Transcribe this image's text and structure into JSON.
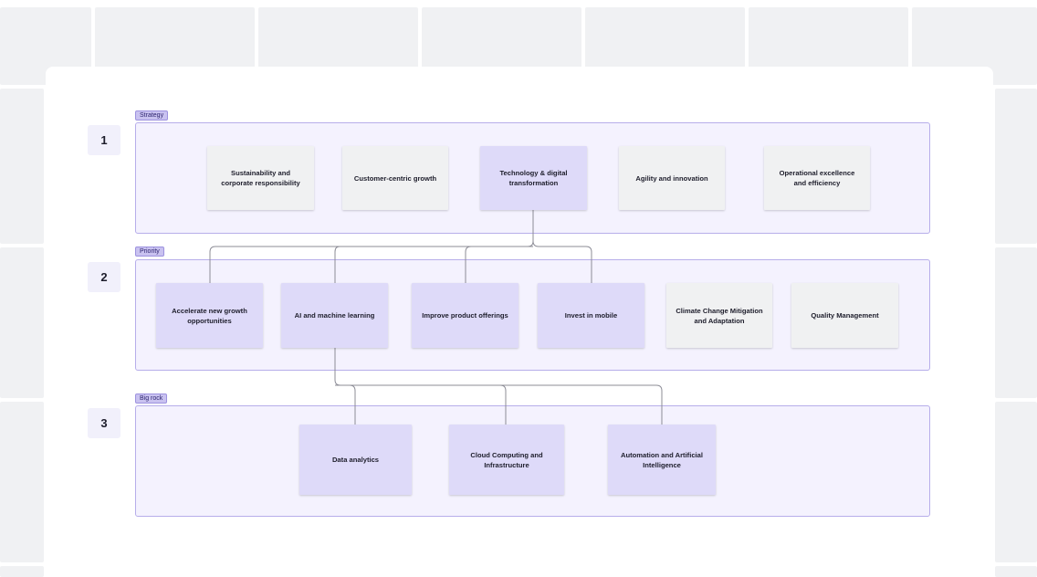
{
  "levels": [
    {
      "number": "1",
      "tag": "Strategy",
      "nodes": [
        {
          "label": "Sustainability and corporate responsibility",
          "highlight": false
        },
        {
          "label": "Customer-centric growth",
          "highlight": false
        },
        {
          "label": "Technology & digital transformation",
          "highlight": true
        },
        {
          "label": "Agility and innovation",
          "highlight": false
        },
        {
          "label": "Operational excellence and efficiency",
          "highlight": false
        }
      ]
    },
    {
      "number": "2",
      "tag": "Priority",
      "nodes": [
        {
          "label": "Accelerate new growth opportunities",
          "highlight": true
        },
        {
          "label": "AI and machine learning",
          "highlight": true
        },
        {
          "label": "Improve product offerings",
          "highlight": true
        },
        {
          "label": "Invest in mobile",
          "highlight": true
        },
        {
          "label": "Climate Change Mitigation and Adaptation",
          "highlight": false
        },
        {
          "label": "Quality Management",
          "highlight": false
        }
      ]
    },
    {
      "number": "3",
      "tag": "Big rock",
      "nodes": [
        {
          "label": "Data analytics",
          "highlight": true
        },
        {
          "label": "Cloud Computing and Infrastructure",
          "highlight": true
        },
        {
          "label": "Automation and Artificial Intelligence",
          "highlight": true
        }
      ]
    }
  ],
  "colors": {
    "band_fill": "#f4f2fe",
    "band_border": "#b7aeea",
    "node_highlight": "#dedaf9",
    "node_default": "#f0f1f2",
    "connector": "#8c8c96"
  }
}
